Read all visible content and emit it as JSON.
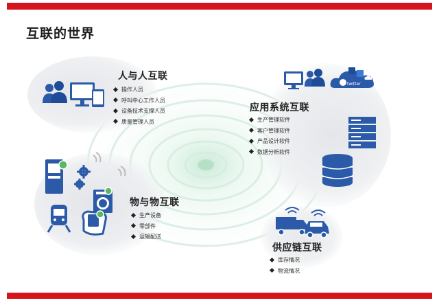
{
  "title": "互联的世界",
  "colors": {
    "accent_red": "#d6141b",
    "icon_blue": "#2b5aa8",
    "green_badge": "#5cb85c"
  },
  "sections": [
    {
      "title": "人与人互联",
      "items": [
        "操作人员",
        "呼叫中心工作人员",
        "设备技术支撑人员",
        "质量管理人员"
      ]
    },
    {
      "title": "应用系统互联",
      "items": [
        "生产管理软件",
        "客户管理软件",
        "产品设计软件",
        "数据分析软件"
      ]
    },
    {
      "title": "物与物互联",
      "items": [
        "生产设备",
        "零部件",
        "运输配送"
      ]
    },
    {
      "title": "供应链互联",
      "items": [
        "库存情况",
        "物流情况"
      ]
    }
  ],
  "icons": [
    "users-icon",
    "monitor-icon",
    "tablet-icon",
    "cloud-icon",
    "server-icon",
    "database-icon",
    "kiosk-icon",
    "gears-icon",
    "washer-icon",
    "train-icon",
    "hand-device-icon",
    "truck-icon",
    "car-icon",
    "wifi-icon"
  ],
  "cloud_label": "twitter"
}
